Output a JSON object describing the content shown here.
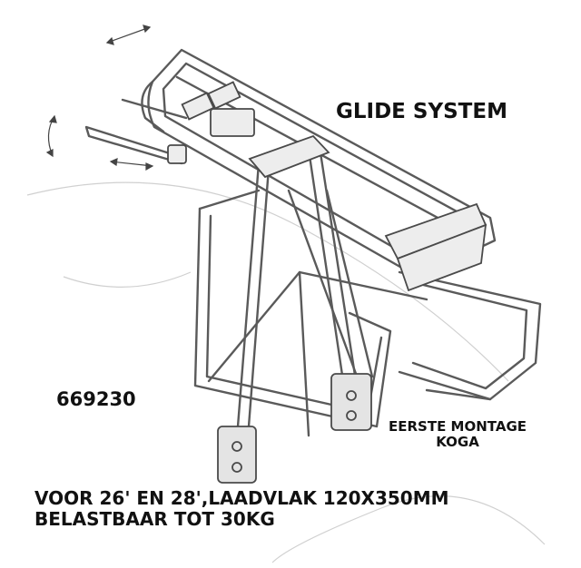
{
  "diagram": {
    "title": "GLIDE SYSTEM",
    "article_number": "669230",
    "mounting_note": {
      "line1": "EERSTE MONTAGE",
      "line2": "KOGA"
    },
    "specs": {
      "line1": "VOOR 26' EN 28',LAADVLAK 120X350MM",
      "line2": "BELASTBAAR TOT 30KG"
    }
  }
}
